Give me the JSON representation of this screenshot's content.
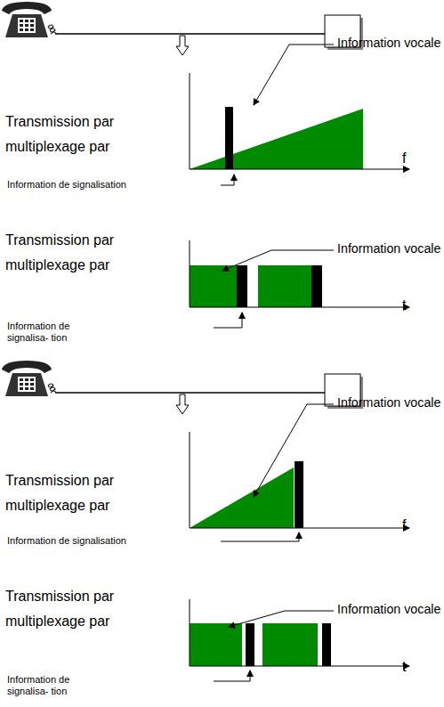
{
  "diagram": {
    "labels": [
      "Transmission par multiplexage par",
      "Information vocale",
      "Information de signalisation",
      "f",
      "Transmission par multiplexage par",
      "Information vocale",
      "Information de signalisa- tion",
      "t",
      "Transmission par multiplexage par",
      "Information vocale",
      "Information de signalisation",
      "f",
      "Transmission par multiplexage par",
      "Information vocale",
      "Information de signalisa- tion",
      "t"
    ]
  }
}
